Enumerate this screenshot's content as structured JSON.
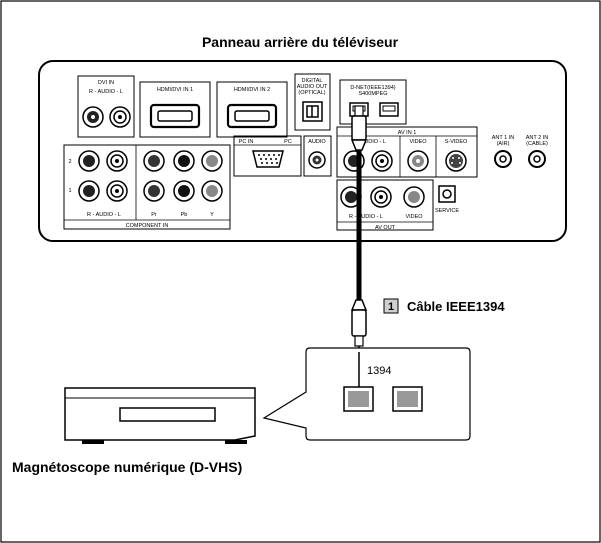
{
  "title": "Panneau arrière du téléviseur",
  "tv_panel": {
    "dvi_in": "DVI IN",
    "dvi_audio": "R - AUDIO - L",
    "hdmi1": "HDMI/DVI IN 1",
    "hdmi2": "HDMI/DVI IN 2",
    "digital_audio_out": [
      "DIGITAL",
      "AUDIO OUT",
      "(OPTICAL)"
    ],
    "dnet": [
      "D-NET(IEEE1394)",
      "S400MPEG"
    ],
    "pc_in": "PC IN",
    "pc": "PC",
    "audio": "AUDIO",
    "av_in_1": "AV IN 1",
    "av_in_1_audio": "R - AUDIO - L",
    "video": "VIDEO",
    "s_video": "S-VIDEO",
    "ant1": [
      "ANT 1 IN",
      "(AIR)"
    ],
    "ant2": [
      "ANT 2 IN",
      "(CABLE)"
    ],
    "component_rows": [
      "2",
      "1"
    ],
    "component_audio": "R - AUDIO - L",
    "pr": "Pr",
    "pb": "Pb",
    "y": "Y",
    "component_in": "COMPONENT IN",
    "av_out_audio": "R - AUDIO - L",
    "av_out_video": "VIDEO",
    "av_out": "AV OUT",
    "service": "SERVICE"
  },
  "cable": {
    "number": "1",
    "label": "Câble IEEE1394"
  },
  "device": {
    "port_label": "1394",
    "name": "Magnétoscope numérique (D-VHS)"
  }
}
